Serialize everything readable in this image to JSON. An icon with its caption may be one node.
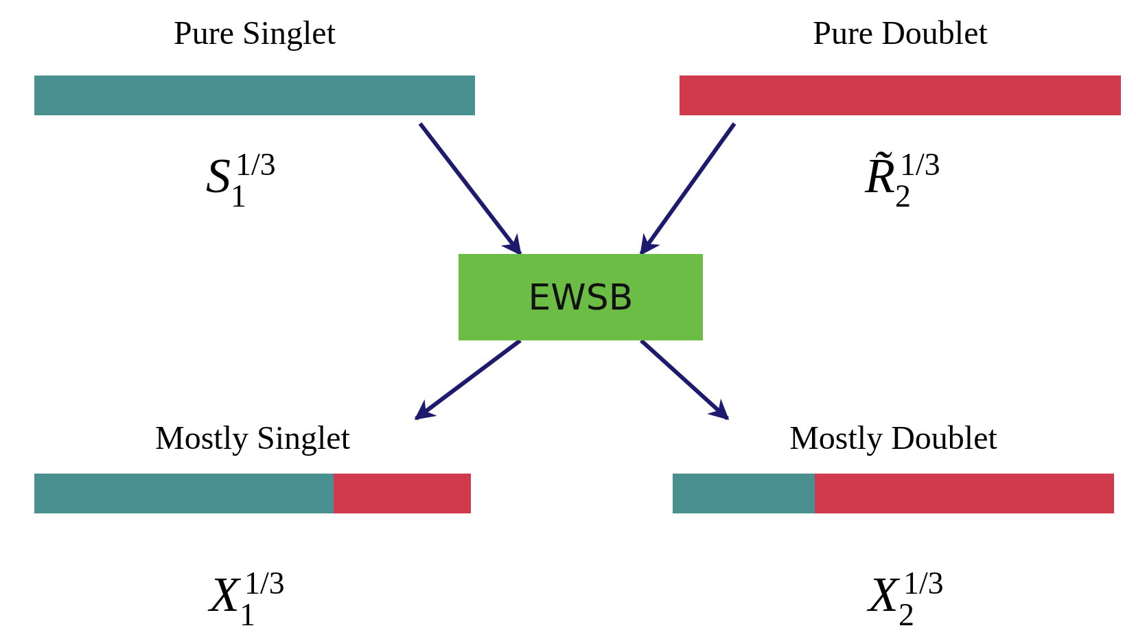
{
  "diagram": {
    "nodes": [
      {
        "text": [
          "Pure Singlet"
        ],
        "beside": [
          "*S*$_{1}$$^{1/3}$"
        ]
      },
      {
        "text": [
          "Pure Doublet"
        ],
        "beside": [
          "*R̃*$_{2}$$^{1/3}$"
        ]
      },
      {
        "text": [
          "EWSB"
        ]
      },
      {
        "text": [
          "Mostly Singlet"
        ],
        "beside": [
          "*X*$_{1}$$^{1/3}$"
        ]
      },
      {
        "text": [
          "Mostly Doublet"
        ],
        "beside": [
          "*X*$_{2}$$^{1/3}$"
        ]
      }
    ],
    "edges": [
      {
        "from": 0,
        "to": 2,
        "arrow": "to"
      },
      {
        "from": 1,
        "to": 2,
        "arrow": "to"
      },
      {
        "from": 2,
        "to": 3,
        "arrow": "to"
      },
      {
        "from": 2,
        "to": 4,
        "arrow": "to"
      }
    ]
  }
}
